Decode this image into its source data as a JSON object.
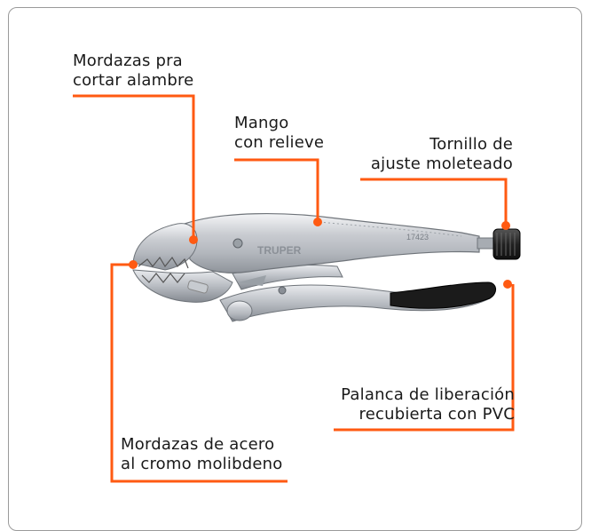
{
  "brand": "TRUPER",
  "model_number": "17423",
  "accent_color": "#ff5a12",
  "callouts": {
    "wire_cutter": {
      "line1": "Mordazas pra",
      "line2": "cortar alambre"
    },
    "handle": {
      "line1": "Mango",
      "line2": "con relieve"
    },
    "adjust_screw": {
      "line1": "Tornillo de",
      "line2": "ajuste moleteado"
    },
    "release_lever": {
      "line1": "Palanca de liberación",
      "line2": "recubierta con PVC"
    },
    "steel_jaws": {
      "line1": "Mordazas de acero",
      "line2": "al cromo molibdeno"
    }
  }
}
